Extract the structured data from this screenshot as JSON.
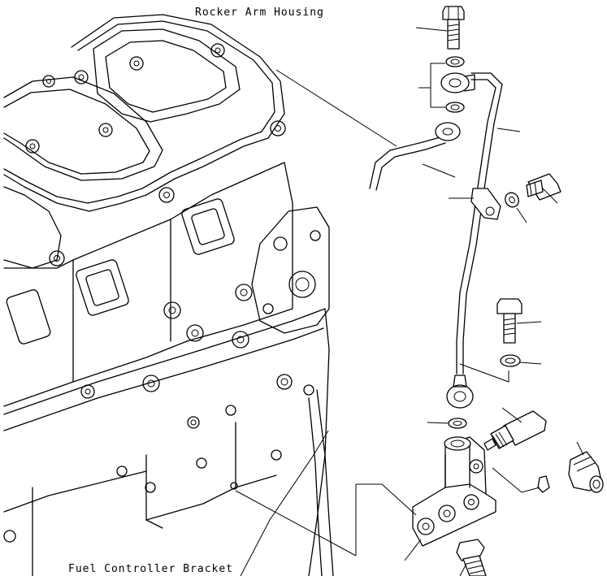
{
  "labels": {
    "rocker_arm_housing": "Rocker Arm Housing",
    "fuel_controller_bracket": "Fuel Controller Bracket"
  },
  "parts": [
    "bolt-top",
    "washer-upper",
    "banjo-fitting-upper",
    "washer-lower",
    "fuel-return-tube",
    "tube-clamp",
    "clamp-washer",
    "clamp-bolt",
    "banjo-bolt",
    "washer",
    "banjo-fitting-lower",
    "o-ring",
    "fuel-sensor",
    "fuel-controller-bracket",
    "elbow-fitting",
    "plug",
    "mounting-bolt"
  ]
}
